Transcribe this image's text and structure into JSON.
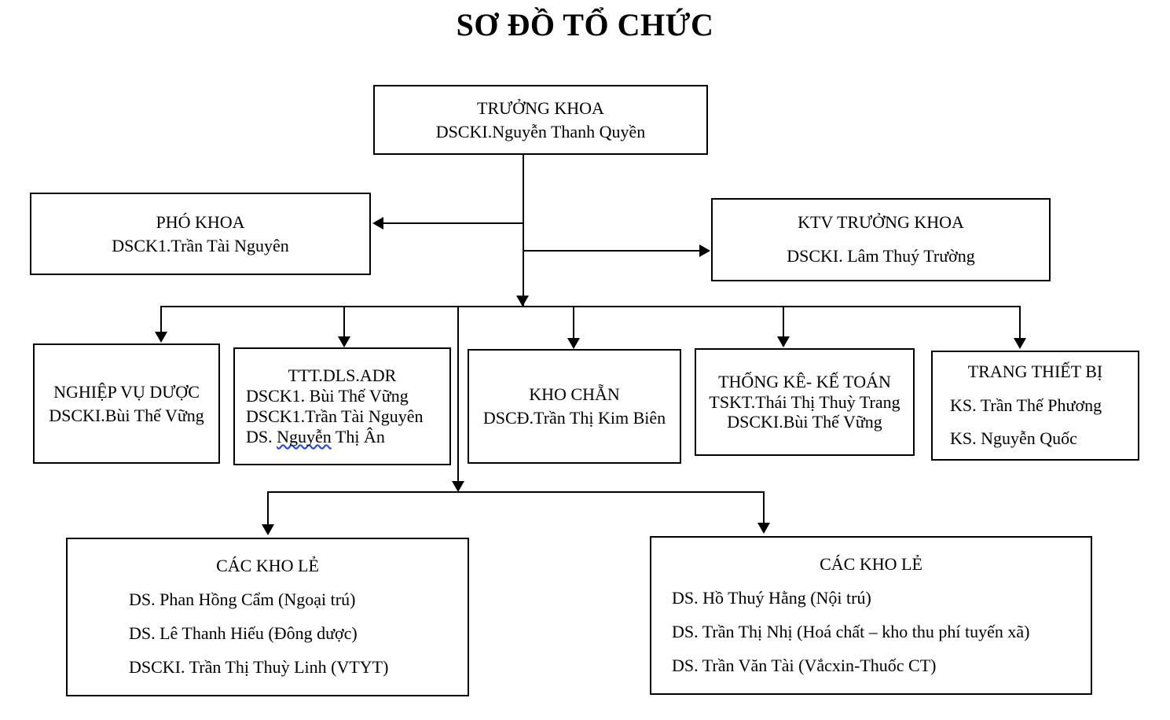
{
  "title": "SƠ ĐỒ TỔ CHỨC",
  "nodes": {
    "truong_khoa": {
      "role": "TRƯỞNG KHOA",
      "person": "DSCKI.Nguyễn Thanh Quyền"
    },
    "pho_khoa": {
      "role": "PHÓ KHOA",
      "person": "DSCK1.Trần Tài Nguyên"
    },
    "ktv_truong_khoa": {
      "role": "KTV TRƯỞNG KHOA",
      "person": "DSCKI. Lâm Thuý Trường"
    },
    "nghiep_vu_duoc": {
      "role": "NGHIỆP VỤ DƯỢC",
      "person1": "DSCKI.Bùi Thế Vững"
    },
    "ttt_dls_adr": {
      "role": "TTT.DLS.ADR",
      "person1": "DSCK1. Bùi Thế Vững",
      "person2": "DSCK1.Trần Tài Nguyên",
      "person3_prefix": "DS. ",
      "person3_misspelled": "Nguyễn",
      "person3_suffix": " Thị Ân"
    },
    "kho_chan": {
      "role": "KHO CHẴN",
      "person1": "DSCĐ.Trần Thị Kim Biên"
    },
    "thong_ke_ke_toan": {
      "role": "THỐNG KÊ- KẾ TOÁN",
      "person1": "TSKT.Thái Thị Thuỳ Trang",
      "person2": "DSCKI.Bùi Thế Vững"
    },
    "trang_thiet_bi": {
      "role": "TRANG THIẾT BỊ",
      "person1": "KS. Trần Thế Phương",
      "person2": "KS. Nguyễn Quốc"
    },
    "cac_kho_le_left": {
      "role": "CÁC KHO LẺ",
      "person1": "DS. Phan Hồng Cẩm (Ngoại trú)",
      "person2": "DS. Lê Thanh Hiếu (Đông dược)",
      "person3": "DSCKI. Trần Thị Thuỳ Linh (VTYT)"
    },
    "cac_kho_le_right": {
      "role": "CÁC KHO LẺ",
      "person1": "DS. Hồ Thuý Hằng (Nội trú)",
      "person2": "DS. Trần Thị Nhị (Hoá chất – kho thu phí tuyến xã)",
      "person3": "DS. Trần Văn Tài (Vắcxin-Thuốc CT)"
    }
  },
  "colors": {
    "line": "#000000",
    "box_border": "#000000",
    "background": "#ffffff",
    "spellcheck_underline": "#2a49d8"
  }
}
